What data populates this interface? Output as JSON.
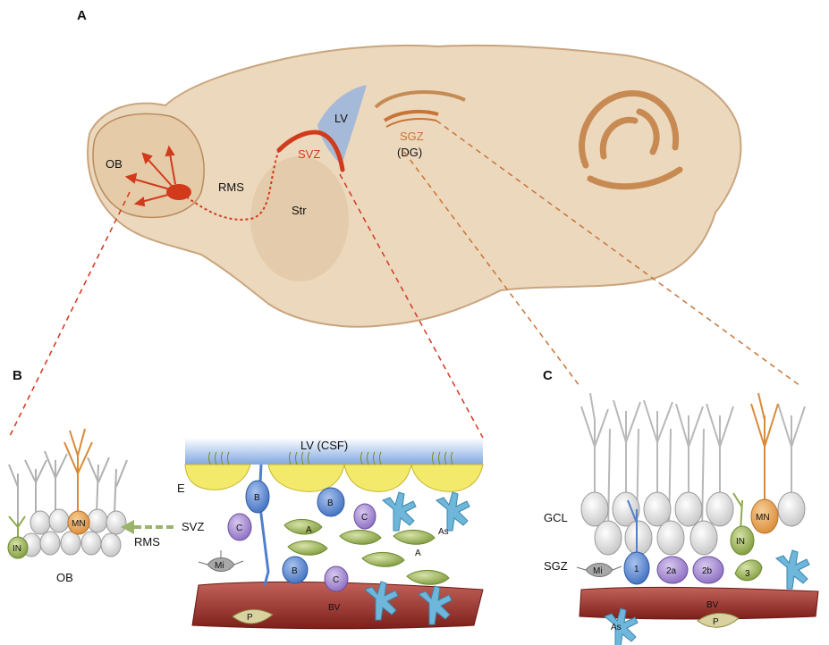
{
  "colors": {
    "tissue": "#e9d4b8",
    "tissue_dark": "#cfa77e",
    "svz_red": "#d23a1c",
    "sgz_orange": "#c87437",
    "ventricle_blue": "#9db7dc",
    "csf_blue": "#7fa8e0",
    "ependymal_yellow": "#f3e96a",
    "cell_blue": "#4f7fcc",
    "cell_purple": "#9b7fc9",
    "cell_green": "#8faa4f",
    "astro_cyan": "#6fb7da",
    "vessel_red": "#9b2d26",
    "neuron_gray": "#d9d9d9",
    "neuron_orange": "#e39a4b",
    "neuron_green": "#a8c46a",
    "micro_gray": "#a8a8a8"
  },
  "panel_a": {
    "letter": "A",
    "labels": {
      "ob": "OB",
      "rms": "RMS",
      "svz": "SVZ",
      "lv": "LV",
      "str": "Str",
      "sgz": "SGZ",
      "dg": "(DG)"
    }
  },
  "panel_b": {
    "letter": "B",
    "csf_label": "LV (CSF)",
    "e_label": "E",
    "svz_label": "SVZ",
    "rms_label": "RMS",
    "ob_label": "OB",
    "cells": {
      "mn": "MN",
      "in": "IN",
      "b": "B",
      "c": "C",
      "a": "A",
      "as": "As",
      "mi": "Mi",
      "bv": "BV",
      "p": "P"
    }
  },
  "panel_c": {
    "letter": "C",
    "gcl_label": "GCL",
    "sgz_label": "SGZ",
    "cells": {
      "mn": "MN",
      "in": "IN",
      "mi": "Mi",
      "c1": "1",
      "c2a": "2a",
      "c2b": "2b",
      "c3": "3",
      "as": "As",
      "bv": "BV",
      "p": "P"
    }
  }
}
